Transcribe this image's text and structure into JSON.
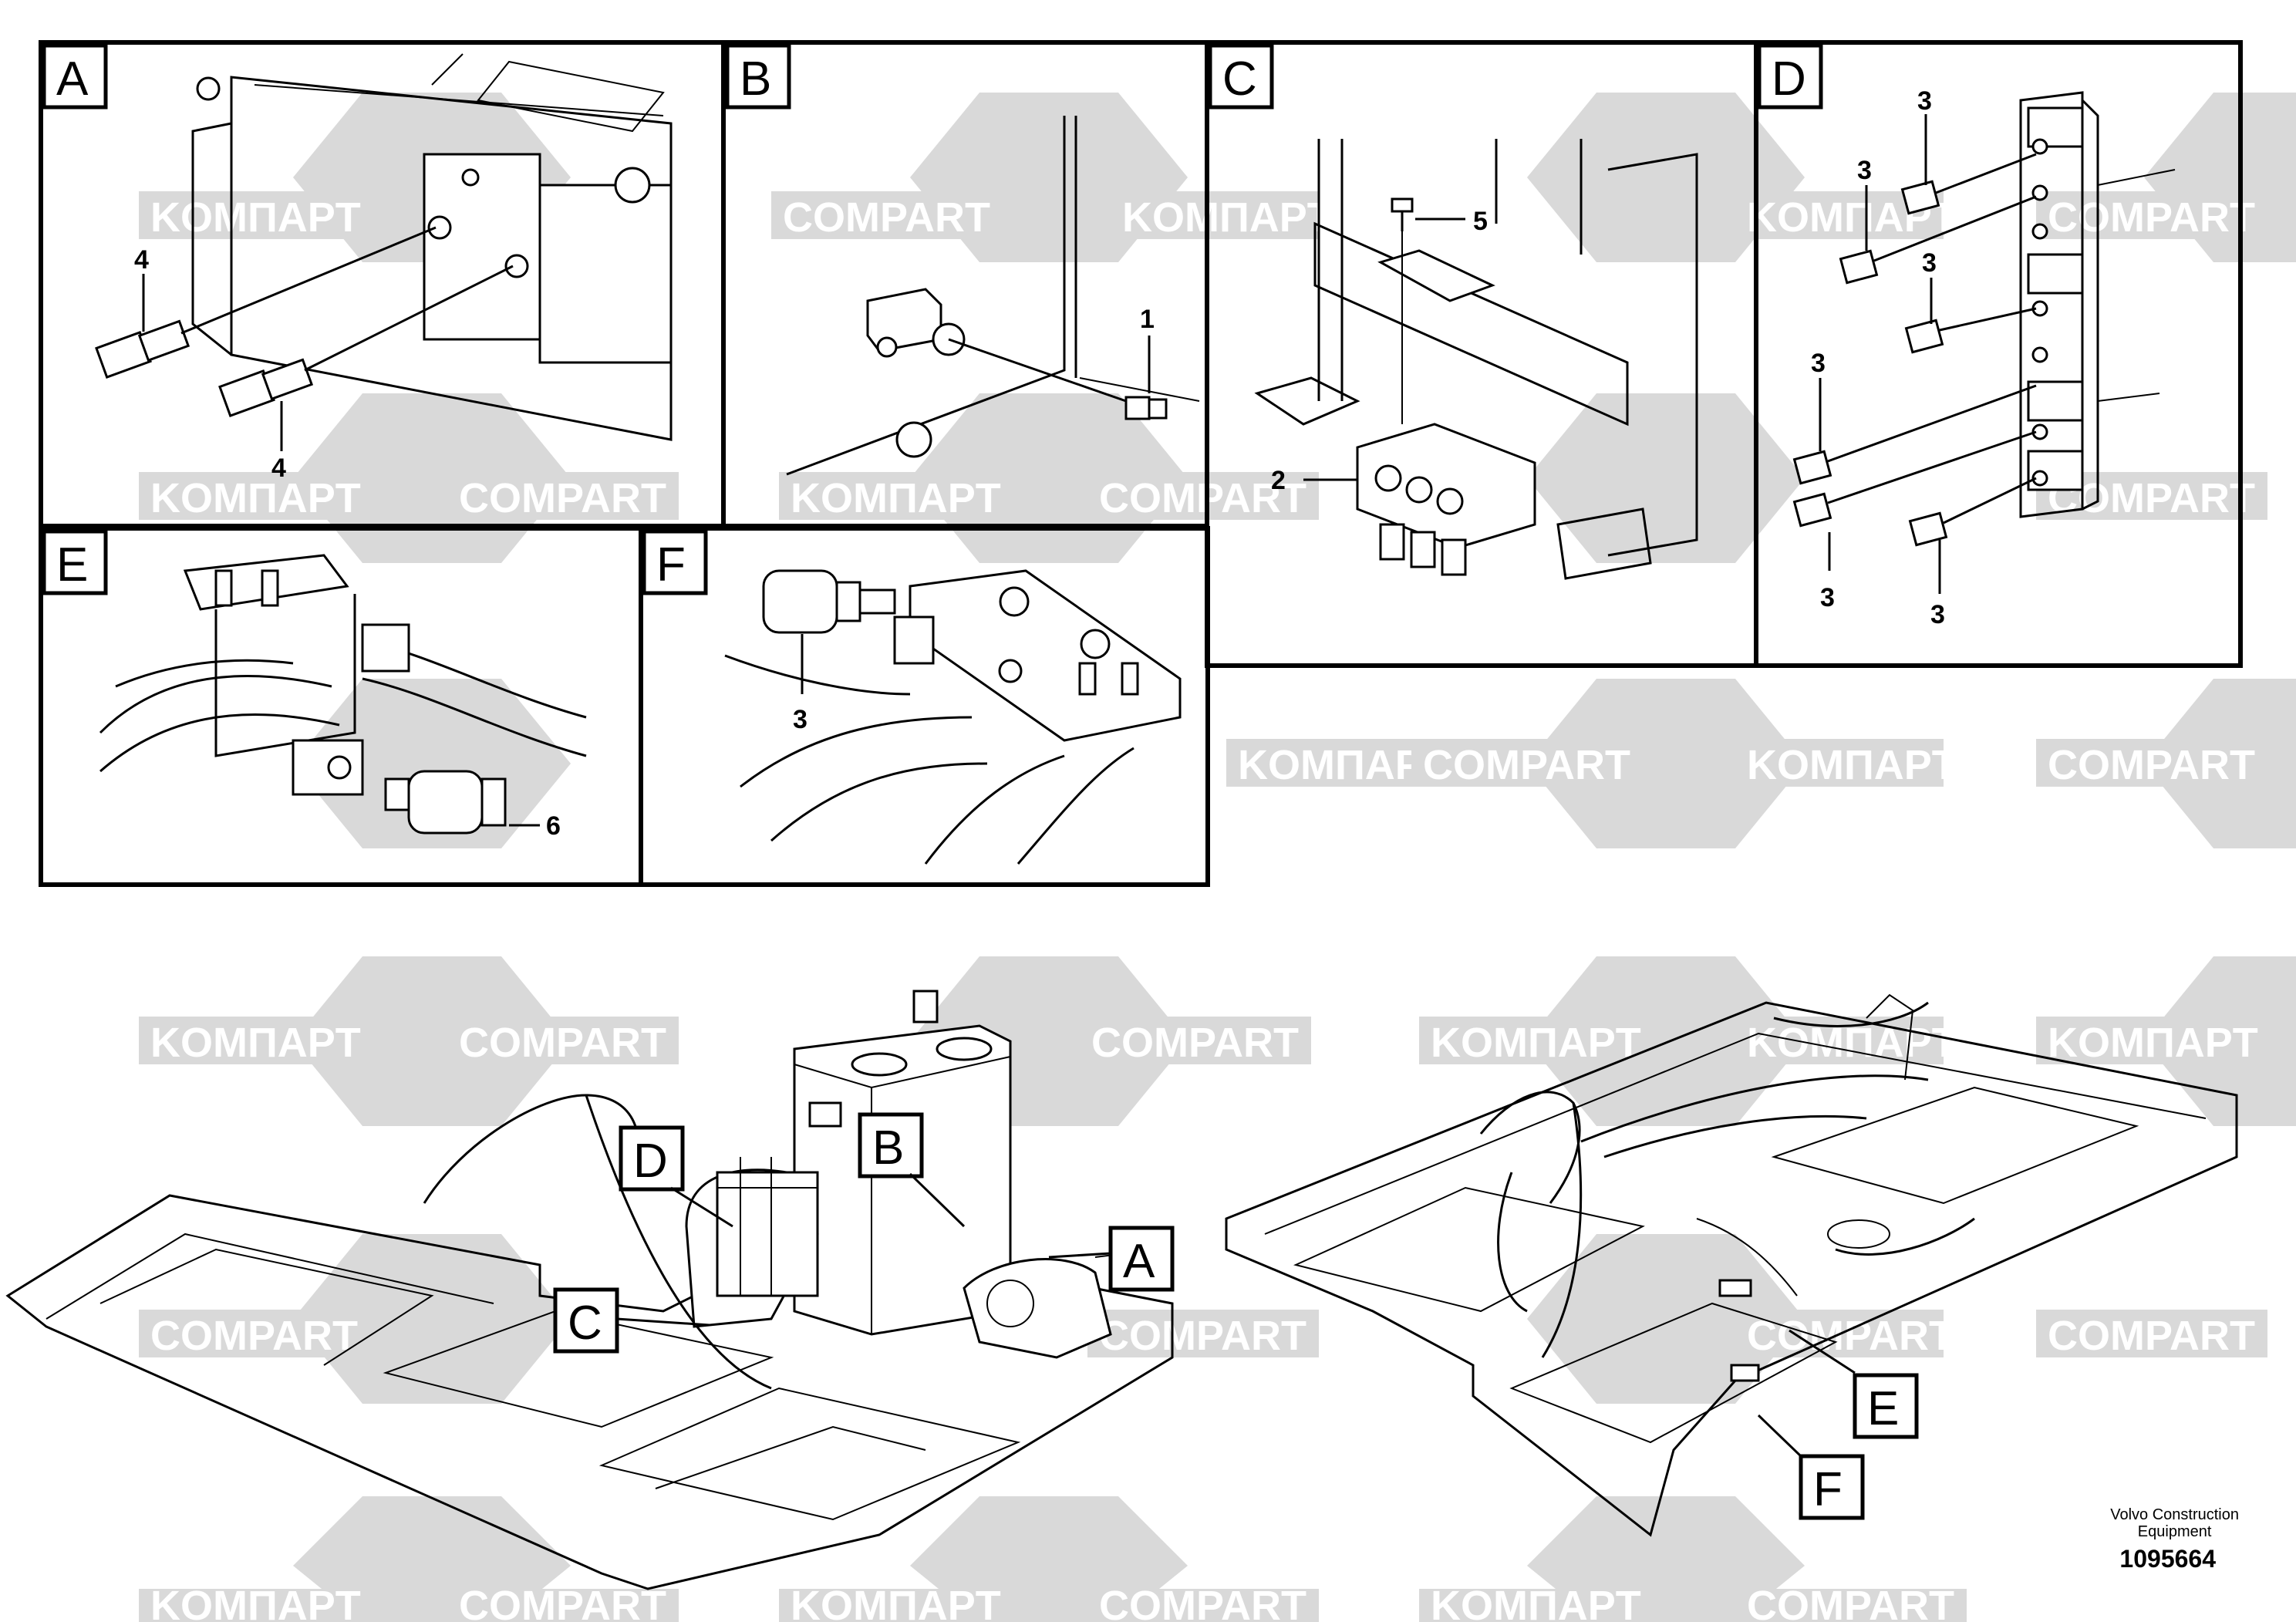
{
  "panels": [
    {
      "id": "A",
      "label": "A"
    },
    {
      "id": "B",
      "label": "B"
    },
    {
      "id": "C",
      "label": "C"
    },
    {
      "id": "D",
      "label": "D"
    },
    {
      "id": "E",
      "label": "E"
    },
    {
      "id": "F",
      "label": "F"
    }
  ],
  "callouts": {
    "a_top": "4",
    "a_bottom": "4",
    "b_item": "1",
    "c_bolt": "5",
    "c_block": "2",
    "d_1": "3",
    "d_2": "3",
    "d_3": "3",
    "d_4": "3",
    "d_5": "3",
    "d_6": "3",
    "e_item": "6",
    "f_item": "3"
  },
  "overview_labels": {
    "left": [
      "D",
      "B",
      "A",
      "C"
    ],
    "right": [
      "E",
      "F"
    ]
  },
  "watermark": {
    "words": [
      "KOMПAPT",
      "COMPART"
    ],
    "color": "#d9d9d9"
  },
  "footer": {
    "brand_line1": "Volvo Construction",
    "brand_line2": "Equipment",
    "drawing_number": "1095664"
  }
}
